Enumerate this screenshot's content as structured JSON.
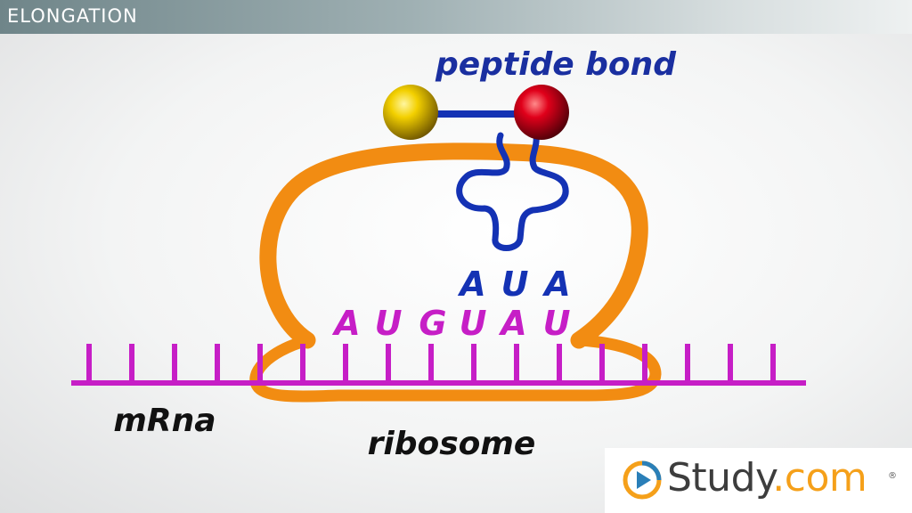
{
  "header": {
    "title": "ELONGATION"
  },
  "diagram": {
    "peptide_bond_label": "peptide bond",
    "anticodon": [
      "A",
      "U",
      "A"
    ],
    "codons": [
      "A",
      "U",
      "G",
      "U",
      "A",
      "U"
    ],
    "mrna_label": "mRna",
    "ribosome_label": "ribosome",
    "colors": {
      "title_text": "#1a2fa0",
      "bond": "#1432b4",
      "trna": "#1432b4",
      "mrna": "#c61ec6",
      "ribosome": "#f28c12",
      "amino_acid_1": "#f3d000",
      "amino_acid_2": "#e0001a",
      "label_text": "#111111"
    }
  },
  "logo": {
    "brand": "Study",
    "suffix": ".com",
    "icon": "play-icon",
    "colors": {
      "accent": "#f5a01a",
      "icon_blue": "#2a7fb8",
      "text": "#3d3d3d"
    }
  }
}
